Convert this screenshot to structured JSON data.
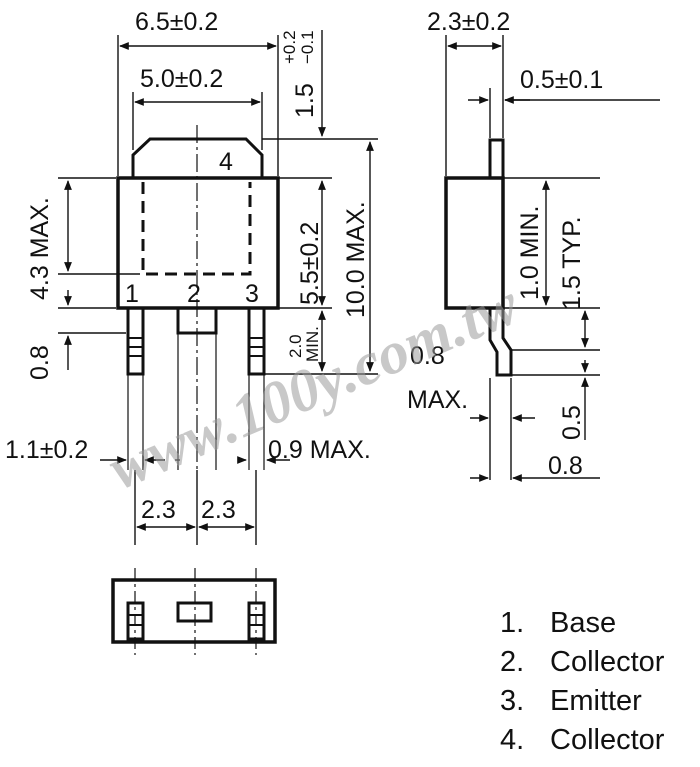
{
  "dimensions": {
    "top_overall_width": "6.5±0.2",
    "top_body_width": "5.0±0.2",
    "tab_height": "1.5",
    "tab_height_plus": "+0.2",
    "tab_height_minus": "−0.1",
    "body_height_max": "4.3 MAX.",
    "lead_stub": "0.8",
    "body_height": "5.5±0.2",
    "overall_height_max": "10.0 MAX.",
    "lead_min_line1": "2.0",
    "lead_min_line2": "MIN.",
    "lead_width": "1.1±0.2",
    "lead_thickness_max": "0.9 MAX.",
    "pitch_left": "2.3",
    "pitch_right": "2.3",
    "side_thickness": "2.3±0.2",
    "side_tab": "0.5±0.1",
    "side_min": "1.0 MIN.",
    "side_typ": "1.5 TYP.",
    "side_08": "0.8",
    "side_max": "MAX.",
    "side_05": "0.5",
    "side_bottom": "0.8"
  },
  "pin_labels": {
    "pin1": "1",
    "pin2": "2",
    "pin3": "3",
    "pin4": "4"
  },
  "pins": [
    {
      "num": "1.",
      "name": "Base"
    },
    {
      "num": "2.",
      "name": "Collector"
    },
    {
      "num": "3.",
      "name": "Emitter"
    },
    {
      "num": "4.",
      "name": "Collector"
    }
  ],
  "watermark": "www.100y.com.tw"
}
